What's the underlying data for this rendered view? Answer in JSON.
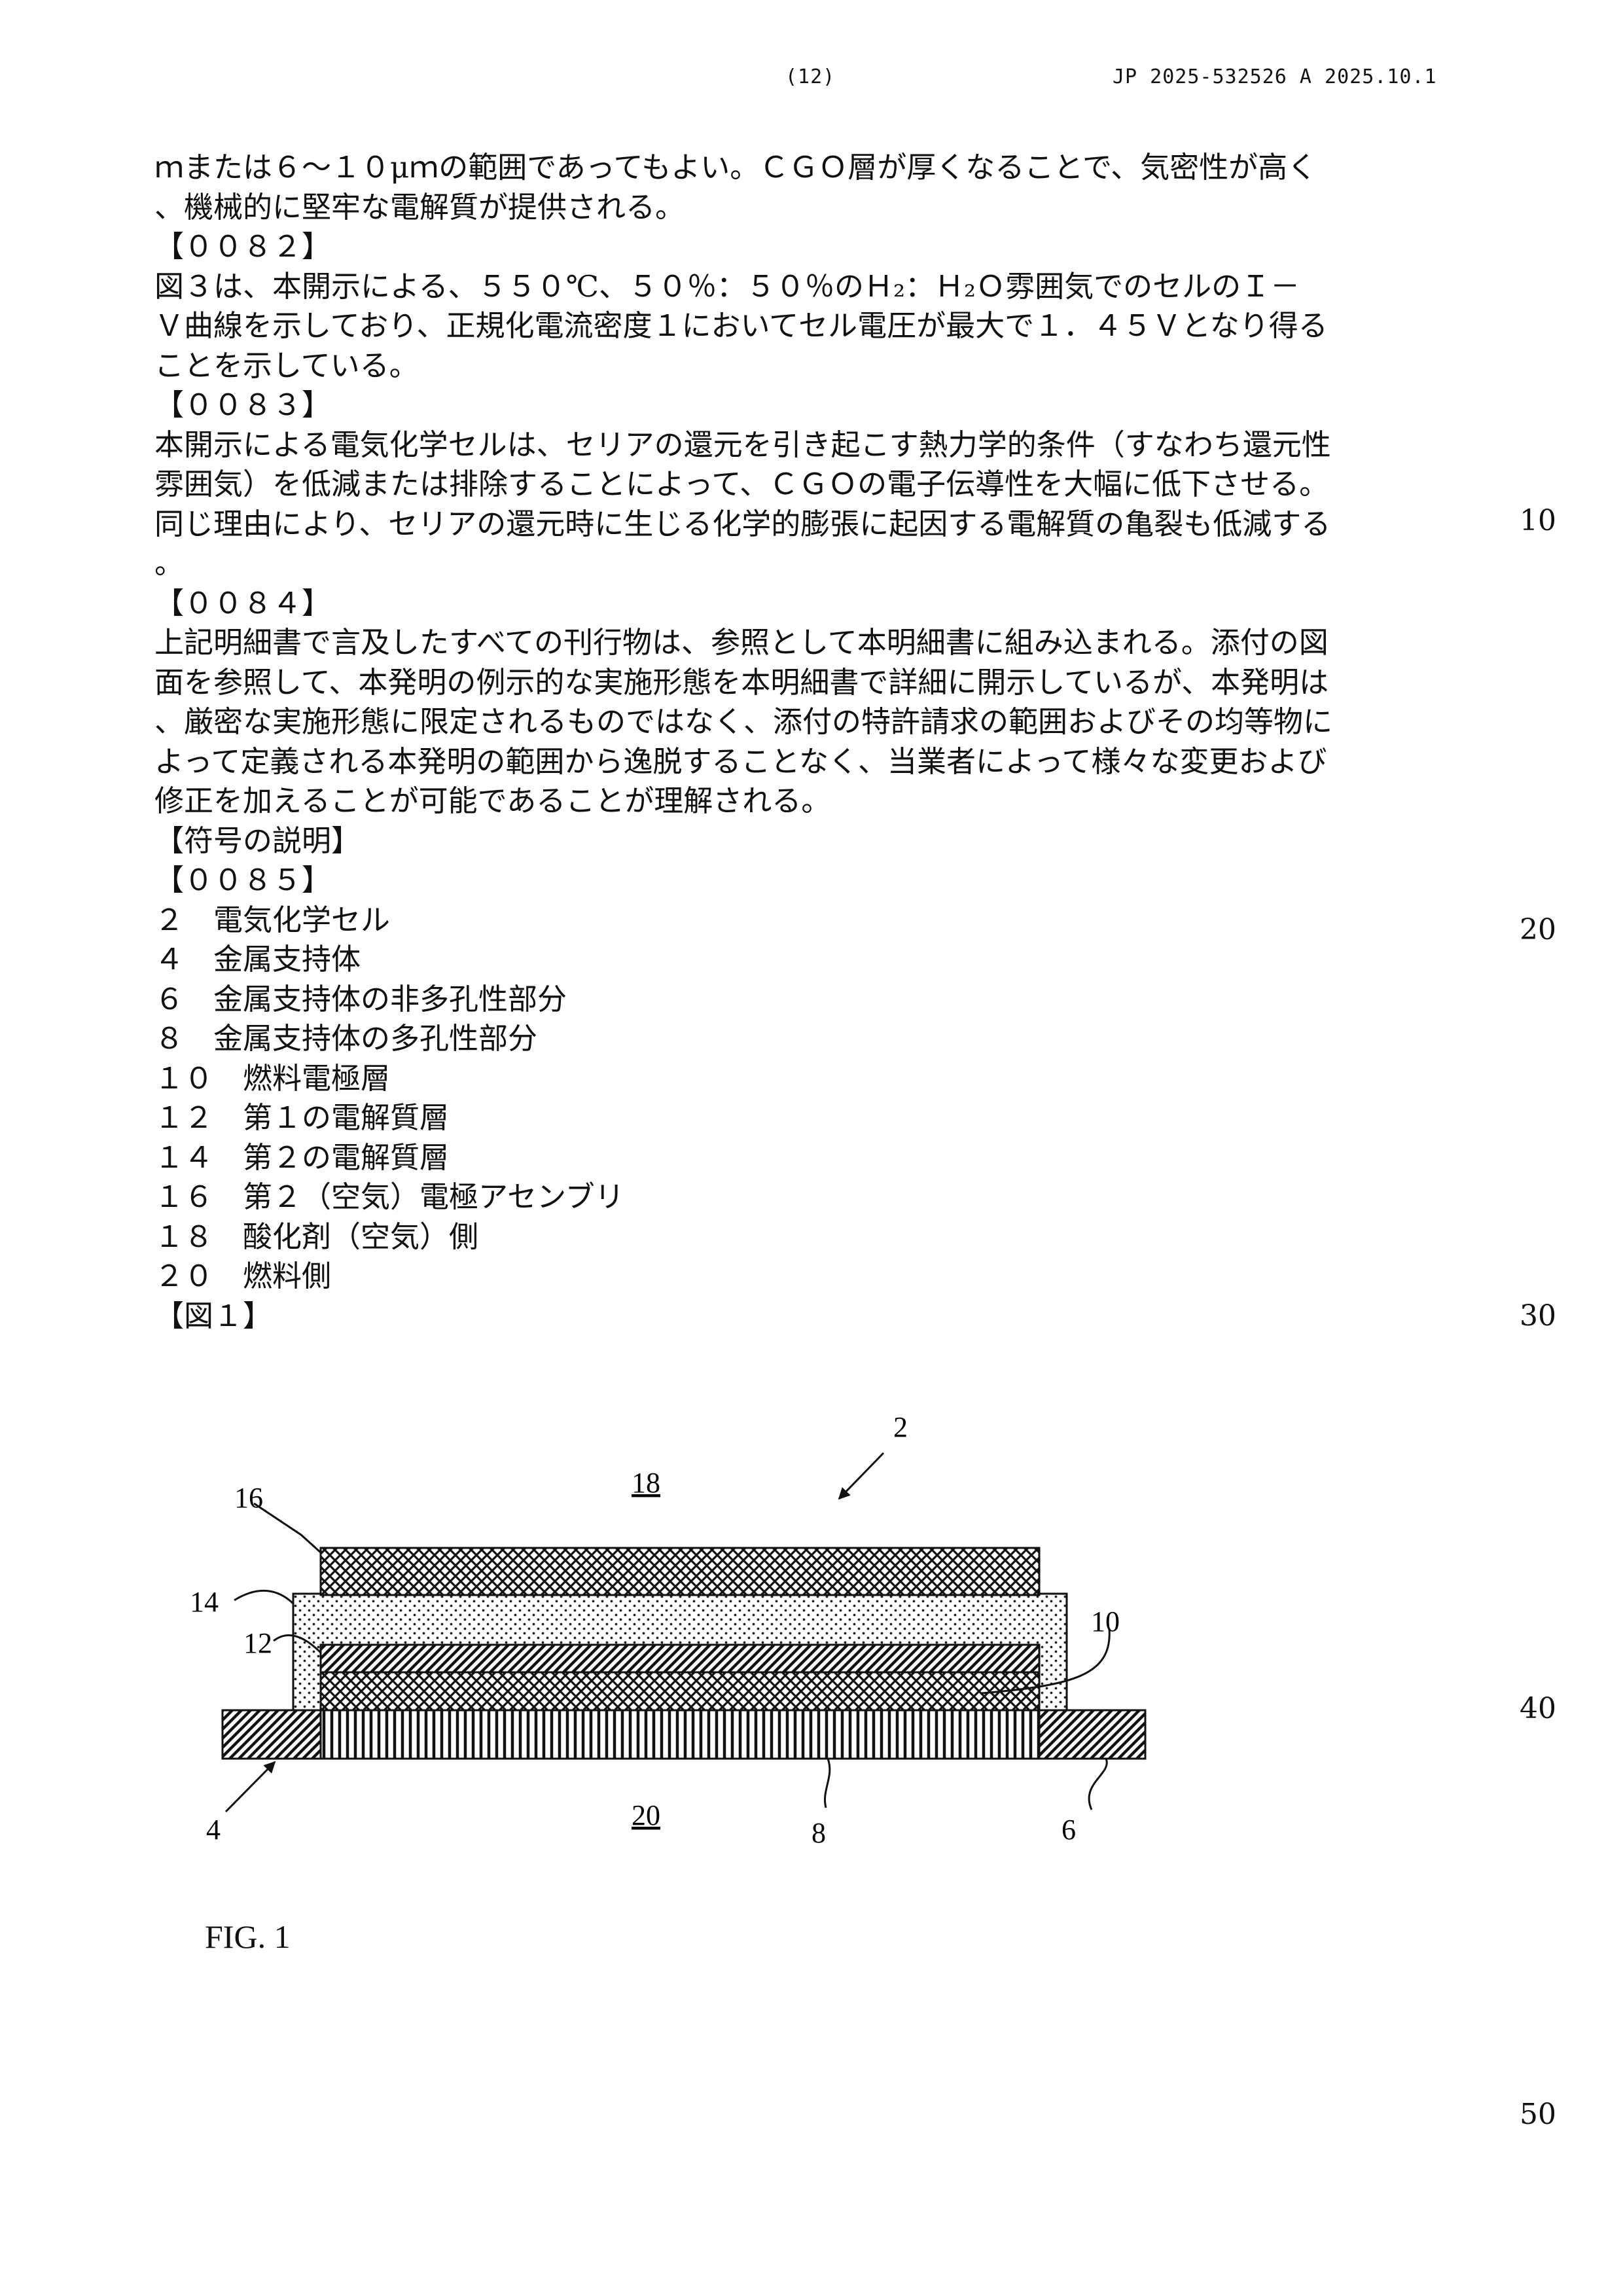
{
  "header": {
    "page_number": "(12)",
    "publication": "JP 2025-532526 A 2025.10.1"
  },
  "body_lines": [
    "ｍまたは６～１０μｍの範囲であってもよい。ＣＧＯ層が厚くなることで、気密性が高く",
    "、機械的に堅牢な電解質が提供される。",
    "【００８２】",
    "図３は、本開示による、５５０℃、５０％：５０％のＨ₂：Ｈ₂Ｏ雰囲気でのセルのＩ－",
    "Ｖ曲線を示しており、正規化電流密度１においてセル電圧が最大で１．４５Ｖとなり得る",
    "ことを示している。",
    "【００８３】",
    "本開示による電気化学セルは、セリアの還元を引き起こす熱力学的条件（すなわち還元性",
    "雰囲気）を低減または排除することによって、ＣＧＯの電子伝導性を大幅に低下させる。",
    "同じ理由により、セリアの還元時に生じる化学的膨張に起因する電解質の亀裂も低減する",
    "。",
    "【００８４】",
    "上記明細書で言及したすべての刊行物は、参照として本明細書に組み込まれる。添付の図",
    "面を参照して、本発明の例示的な実施形態を本明細書で詳細に開示しているが、本発明は",
    "、厳密な実施形態に限定されるものではなく、添付の特許請求の範囲およびその均等物に",
    "よって定義される本発明の範囲から逸脱することなく、当業者によって様々な変更および",
    "修正を加えることが可能であることが理解される。",
    "【符号の説明】",
    "【００８５】",
    "２　電気化学セル",
    "４　金属支持体",
    "６　金属支持体の非多孔性部分",
    "８　金属支持体の多孔性部分",
    "１０　燃料電極層",
    "１２　第１の電解質層",
    "１４　第２の電解質層",
    "１６　第２（空気）電極アセンブリ",
    "１８　酸化剤（空気）側",
    "２０　燃料側",
    "【図１】"
  ],
  "line_numbers": [
    "10",
    "20",
    "30",
    "40",
    "50"
  ],
  "figure": {
    "labels": {
      "l2": "2",
      "l4": "4",
      "l6": "6",
      "l8": "8",
      "l10": "10",
      "l12": "12",
      "l14": "14",
      "l16": "16",
      "l18": "18",
      "l20": "20"
    },
    "caption": "FIG. 1"
  }
}
